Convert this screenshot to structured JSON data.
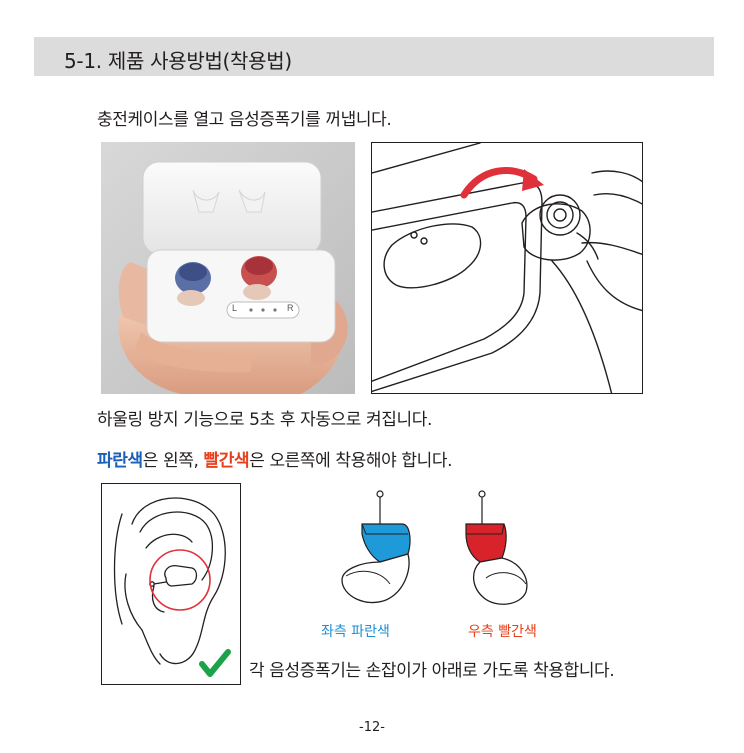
{
  "section": {
    "title": "5-1. 제품 사용방법(착용법)"
  },
  "instructions": {
    "open_case": "충전케이스를 열고 음성증폭기를 꺼냅니다.",
    "auto_power": "하울링 방지 기능으로 5초 후 자동으로 켜집니다.",
    "color_guide": {
      "blue_word": "파란색",
      "text_after_blue": "은 왼쪽, ",
      "red_word": "빨간색",
      "text_after_red": "은 오른쪽에 착용해야 합니다."
    }
  },
  "photo": {
    "case_indicator": {
      "left": "L",
      "right": "R"
    }
  },
  "hearing_aids": {
    "left_label": "좌측 파란색",
    "right_label": "우측 빨간색"
  },
  "wearing_note": "각 음성증폭기는 손잡이가 아래로 가도록 착용합니다.",
  "page_number": "-12-",
  "colors": {
    "blue_text": "#1a60b8",
    "red_text": "#e8401c",
    "aid_blue": "#1f9ad8",
    "aid_red": "#d8232a",
    "check_green": "#1aa34a",
    "highlight_circle": "#e0313b",
    "section_bar": "#dcdcdd"
  }
}
